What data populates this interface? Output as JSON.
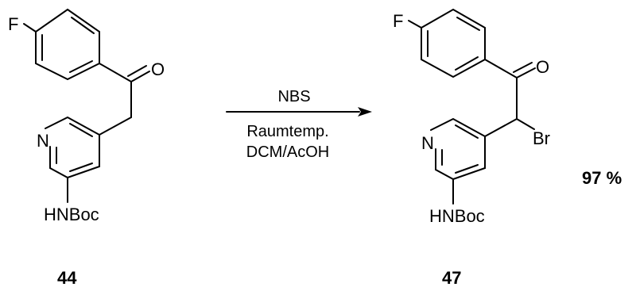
{
  "reactant": {
    "atoms": {
      "fluorine": "F",
      "carbonyl_oxygen": "O",
      "pyridine_nitrogen": "N",
      "amine_substituent": "HNBoc"
    },
    "compound_number": "44"
  },
  "reaction": {
    "reagent": "NBS",
    "condition_temperature": "Raumtemp.",
    "condition_solvent": "DCM/AcOH"
  },
  "product": {
    "atoms": {
      "fluorine": "F",
      "carbonyl_oxygen": "O",
      "bromine": "Br",
      "pyridine_nitrogen": "N",
      "amine_substituent": "HNBoc"
    },
    "compound_number": "47",
    "yield": "97 %"
  }
}
